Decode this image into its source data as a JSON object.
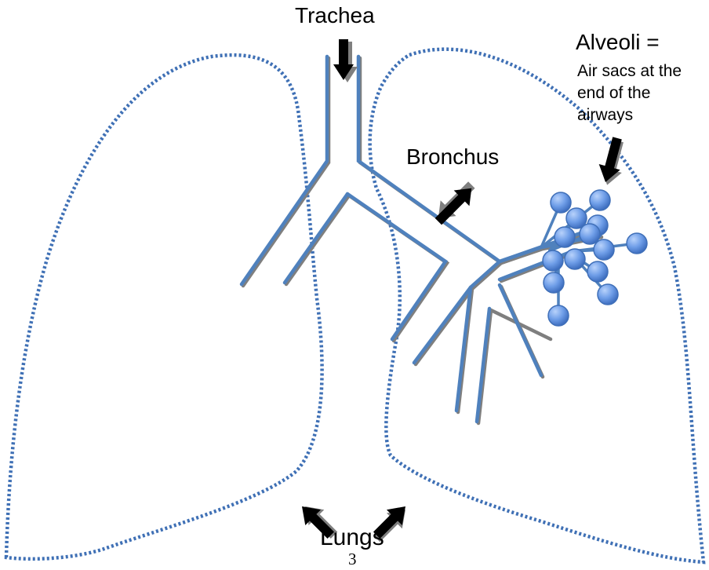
{
  "labels": {
    "trachea": "Trachea",
    "bronchus": "Bronchus",
    "alveoli_title": "Alveoli =",
    "alveoli_desc": "Air sacs at the end of the airways",
    "lungs": "Lungs",
    "page_number": "3"
  },
  "colors": {
    "airway": "#4f81bd",
    "airway_shadow": "#7f7f7f",
    "alveolus_fill": "#6f9ee8",
    "alveolus_stroke": "#3f6fb8",
    "arrow": "#000000",
    "lung_outline": "#3f70b5"
  }
}
